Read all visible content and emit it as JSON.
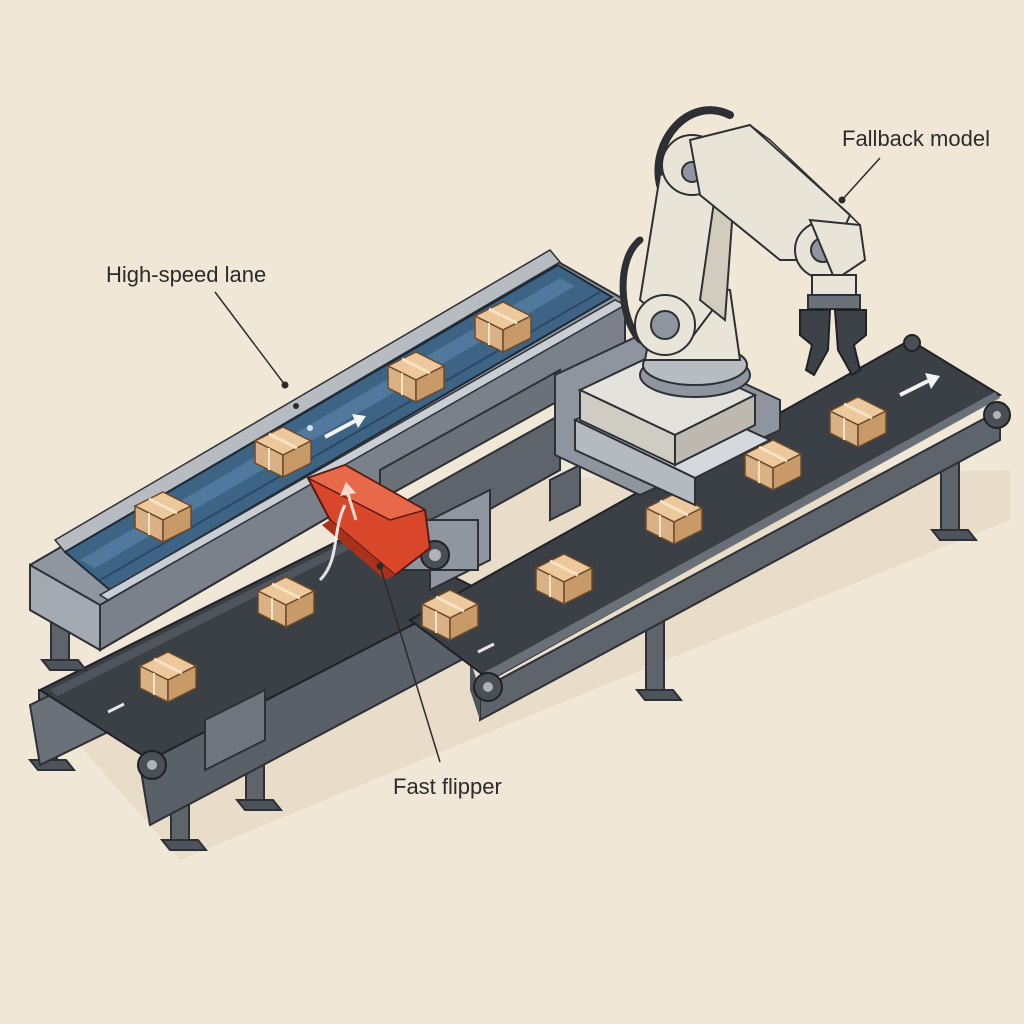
{
  "callouts": {
    "high_speed_lane": "High-speed lane",
    "fallback_model": "Fallback model",
    "fast_flipper": "Fast flipper"
  },
  "colors": {
    "background": "#f1e7d6",
    "frame_gray": "#5d646c",
    "belt_dark": "#3b3f46",
    "high_speed_belt": "#3d6385",
    "flipper_red": "#d9472b",
    "robot_body": "#e9e4d8",
    "box_tan": "#d9b185"
  },
  "icons": [
    "right-arrow-icon",
    "flipper-arrow-icon"
  ]
}
